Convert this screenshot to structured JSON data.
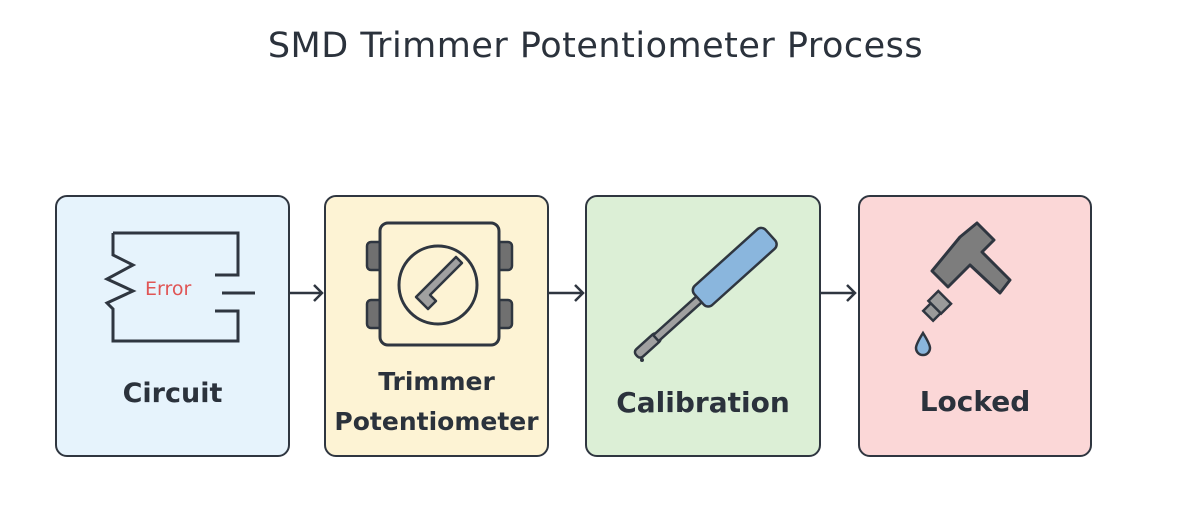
{
  "title": "SMD Trimmer Potentiometer Process",
  "steps": [
    {
      "label": "Circuit",
      "icon": "circuit-icon",
      "annotation": "Error",
      "fill": "#e6f3fc"
    },
    {
      "label_line1": "Trimmer",
      "label_line2": "Potentiometer",
      "icon": "trimmer-potentiometer-icon",
      "fill": "#fdf3d4"
    },
    {
      "label": "Calibration",
      "icon": "screwdriver-icon",
      "fill": "#dcefd6"
    },
    {
      "label": "Locked",
      "icon": "glue-applicator-icon",
      "fill": "#fbd7d7"
    }
  ],
  "colors": {
    "stroke": "#2f3640",
    "error": "#e05555",
    "blue": "#8ab6dd",
    "grey": "#8a8a8a"
  }
}
